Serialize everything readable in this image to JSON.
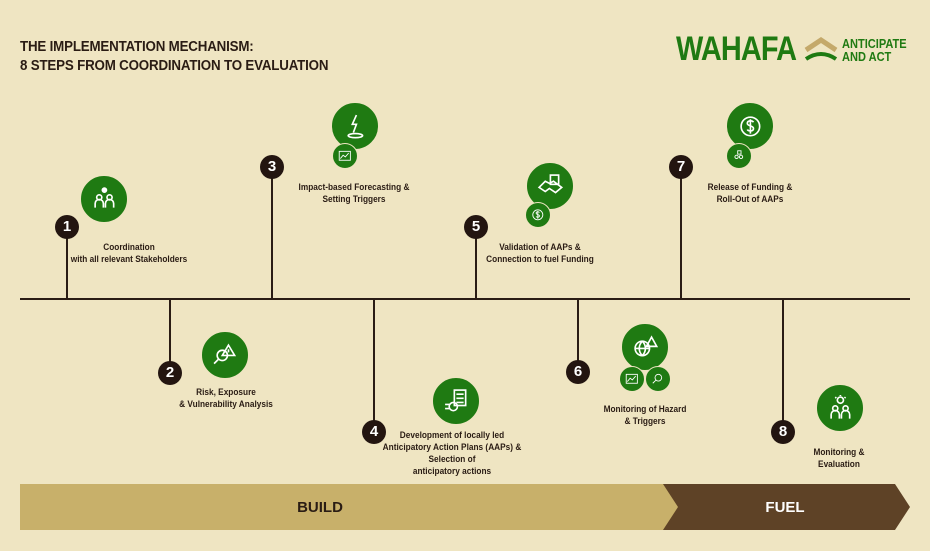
{
  "title": {
    "line1": "THE IMPLEMENTATION MECHANISM:",
    "line2": "8 STEPS FROM COORDINATION TO EVALUATION"
  },
  "logo": {
    "name": "WAHAFA",
    "tagline1": "ANTICIPATE",
    "tagline2": "AND ACT"
  },
  "colors": {
    "green": "#1f7a12",
    "dark": "#231510",
    "build": "#c8b06a",
    "fuel": "#5e4226",
    "background": "#efe5c2"
  },
  "steps": [
    {
      "number": "1",
      "lines": [
        "Coordination",
        "with all relevant Stakeholders"
      ],
      "icons": [
        "people-gear-icon"
      ]
    },
    {
      "number": "2",
      "lines": [
        "Risk, Exposure",
        "& Vulnerability Analysis"
      ],
      "icons": [
        "magnifier-warning-icon"
      ]
    },
    {
      "number": "3",
      "lines": [
        "Impact-based Forecasting &",
        "Setting Triggers"
      ],
      "icons": [
        "lightning-icon",
        "chart-icon"
      ]
    },
    {
      "number": "4",
      "lines": [
        "Development of locally led",
        "Anticipatory Action Plans (AAPs) &",
        "Selection of",
        "anticipatory actions"
      ],
      "icons": [
        "checklist-icon"
      ]
    },
    {
      "number": "5",
      "lines": [
        "Validation of AAPs &",
        "Connection to fuel Funding"
      ],
      "icons": [
        "handshake-icon",
        "dollar-icon"
      ]
    },
    {
      "number": "6",
      "lines": [
        "Monitoring of Hazard",
        "& Triggers"
      ],
      "icons": [
        "globe-warning-icon",
        "chart-icon",
        "magnifier-icon"
      ]
    },
    {
      "number": "7",
      "lines": [
        "Release of Funding &",
        "Roll-Out of AAPs"
      ],
      "icons": [
        "dollar-icon",
        "people-network-icon"
      ]
    },
    {
      "number": "8",
      "lines": [
        "Monitoring &",
        "Evaluation"
      ],
      "icons": [
        "people-idea-icon"
      ]
    }
  ],
  "phases": {
    "build": "BUILD",
    "fuel": "FUEL"
  }
}
